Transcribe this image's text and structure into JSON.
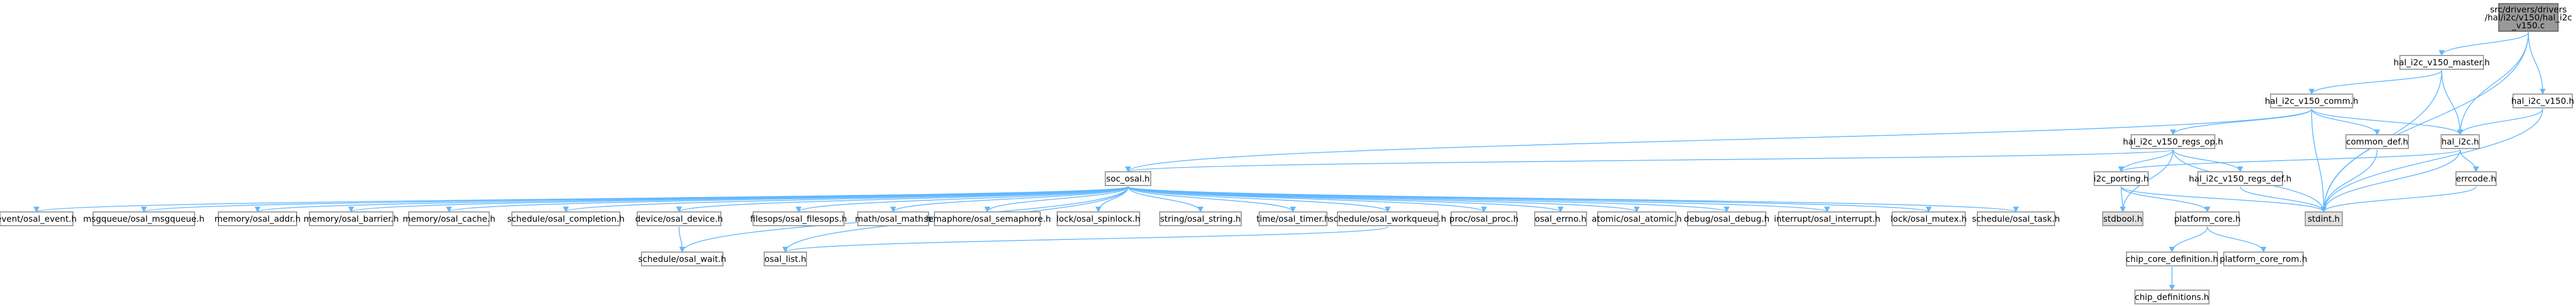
{
  "graph": {
    "root": "src/drivers/drivers/hal/i2c/v150/hal_i2c_v150.c",
    "colors": {
      "edge": "#63b8ff",
      "node_border": "#999999",
      "root_fill": "#999999",
      "missing_fill": "#e0e0e0",
      "background": "#ffffff"
    },
    "nodes": [
      {
        "id": "root",
        "lines": [
          "src/drivers/drivers",
          "/hal/i2c/v150/hal_i2c",
          "_v150.c"
        ],
        "kind": "root"
      },
      {
        "id": "master",
        "lines": [
          "hal_i2c_v150_master.h"
        ]
      },
      {
        "id": "v150h",
        "lines": [
          "hal_i2c_v150.h"
        ]
      },
      {
        "id": "comm",
        "lines": [
          "hal_i2c_v150_comm.h"
        ]
      },
      {
        "id": "regsop",
        "lines": [
          "hal_i2c_v150_regs_op.h"
        ]
      },
      {
        "id": "commondef",
        "lines": [
          "common_def.h"
        ]
      },
      {
        "id": "hali2c",
        "lines": [
          "hal_i2c.h"
        ]
      },
      {
        "id": "soc",
        "lines": [
          "soc_osal.h"
        ]
      },
      {
        "id": "i2cport",
        "lines": [
          "i2c_porting.h"
        ]
      },
      {
        "id": "regsdef",
        "lines": [
          "hal_i2c_v150_regs_def.h"
        ]
      },
      {
        "id": "errcode",
        "lines": [
          "errcode.h"
        ]
      },
      {
        "id": "stdbool",
        "lines": [
          "stdbool.h"
        ],
        "kind": "missing"
      },
      {
        "id": "stdint",
        "lines": [
          "stdint.h"
        ],
        "kind": "missing"
      },
      {
        "id": "platcore",
        "lines": [
          "platform_core.h"
        ]
      },
      {
        "id": "chipcoredef",
        "lines": [
          "chip_core_definition.h"
        ]
      },
      {
        "id": "platrom",
        "lines": [
          "platform_core_rom.h"
        ]
      },
      {
        "id": "chipdefs",
        "lines": [
          "chip_definitions.h"
        ]
      },
      {
        "id": "n1",
        "lines": [
          "event/osal_event.h"
        ]
      },
      {
        "id": "n2",
        "lines": [
          "msgqueue/osal_msgqueue.h"
        ]
      },
      {
        "id": "n3",
        "lines": [
          "memory/osal_addr.h"
        ]
      },
      {
        "id": "n4",
        "lines": [
          "memory/osal_barrier.h"
        ]
      },
      {
        "id": "n5",
        "lines": [
          "memory/osal_cache.h"
        ]
      },
      {
        "id": "n6",
        "lines": [
          "schedule/osal_completion.h"
        ]
      },
      {
        "id": "n7",
        "lines": [
          "device/osal_device.h"
        ]
      },
      {
        "id": "n8",
        "lines": [
          "filesops/osal_filesops.h"
        ]
      },
      {
        "id": "n9",
        "lines": [
          "math/osal_math.h"
        ]
      },
      {
        "id": "n10",
        "lines": [
          "semaphore/osal_semaphore.h"
        ]
      },
      {
        "id": "n11",
        "lines": [
          "lock/osal_spinlock.h"
        ]
      },
      {
        "id": "n12",
        "lines": [
          "string/osal_string.h"
        ]
      },
      {
        "id": "n13",
        "lines": [
          "time/osal_timer.h"
        ]
      },
      {
        "id": "n14",
        "lines": [
          "schedule/osal_workqueue.h"
        ]
      },
      {
        "id": "n15",
        "lines": [
          "proc/osal_proc.h"
        ]
      },
      {
        "id": "n16",
        "lines": [
          "osal_errno.h"
        ]
      },
      {
        "id": "n17",
        "lines": [
          "atomic/osal_atomic.h"
        ]
      },
      {
        "id": "n18",
        "lines": [
          "debug/osal_debug.h"
        ]
      },
      {
        "id": "n19",
        "lines": [
          "interrupt/osal_interrupt.h"
        ]
      },
      {
        "id": "n20",
        "lines": [
          "lock/osal_mutex.h"
        ]
      },
      {
        "id": "n21",
        "lines": [
          "schedule/osal_task.h"
        ]
      },
      {
        "id": "wait",
        "lines": [
          "schedule/osal_wait.h"
        ]
      },
      {
        "id": "list",
        "lines": [
          "osal_list.h"
        ]
      }
    ],
    "edges": [
      [
        "root",
        "master"
      ],
      [
        "root",
        "v150h"
      ],
      [
        "root",
        "hali2c"
      ],
      [
        "root",
        "stdint"
      ],
      [
        "master",
        "comm"
      ],
      [
        "master",
        "hali2c"
      ],
      [
        "master",
        "stdint"
      ],
      [
        "v150h",
        "hali2c"
      ],
      [
        "v150h",
        "stdint"
      ],
      [
        "comm",
        "regsop"
      ],
      [
        "comm",
        "commondef"
      ],
      [
        "comm",
        "hali2c"
      ],
      [
        "comm",
        "soc"
      ],
      [
        "comm",
        "stdint"
      ],
      [
        "regsop",
        "soc"
      ],
      [
        "regsop",
        "i2cport"
      ],
      [
        "regsop",
        "regsdef"
      ],
      [
        "regsop",
        "stdbool"
      ],
      [
        "regsop",
        "stdint"
      ],
      [
        "commondef",
        "stdint"
      ],
      [
        "hali2c",
        "errcode"
      ],
      [
        "hali2c",
        "i2cport"
      ],
      [
        "hali2c",
        "stdint"
      ],
      [
        "errcode",
        "stdint"
      ],
      [
        "regsdef",
        "stdint"
      ],
      [
        "i2cport",
        "stdbool"
      ],
      [
        "i2cport",
        "platcore"
      ],
      [
        "i2cport",
        "stdint"
      ],
      [
        "platcore",
        "chipcoredef"
      ],
      [
        "platcore",
        "platrom"
      ],
      [
        "chipcoredef",
        "chipdefs"
      ],
      [
        "soc",
        "n1"
      ],
      [
        "soc",
        "n2"
      ],
      [
        "soc",
        "n3"
      ],
      [
        "soc",
        "n4"
      ],
      [
        "soc",
        "n5"
      ],
      [
        "soc",
        "n6"
      ],
      [
        "soc",
        "n7"
      ],
      [
        "soc",
        "n8"
      ],
      [
        "soc",
        "n9"
      ],
      [
        "soc",
        "n10"
      ],
      [
        "soc",
        "n11"
      ],
      [
        "soc",
        "n12"
      ],
      [
        "soc",
        "n13"
      ],
      [
        "soc",
        "n14"
      ],
      [
        "soc",
        "n15"
      ],
      [
        "soc",
        "n16"
      ],
      [
        "soc",
        "n17"
      ],
      [
        "soc",
        "n18"
      ],
      [
        "soc",
        "n19"
      ],
      [
        "soc",
        "n20"
      ],
      [
        "soc",
        "n21"
      ],
      [
        "soc",
        "wait"
      ],
      [
        "soc",
        "list"
      ],
      [
        "n7",
        "wait"
      ],
      [
        "n14",
        "list"
      ]
    ]
  }
}
